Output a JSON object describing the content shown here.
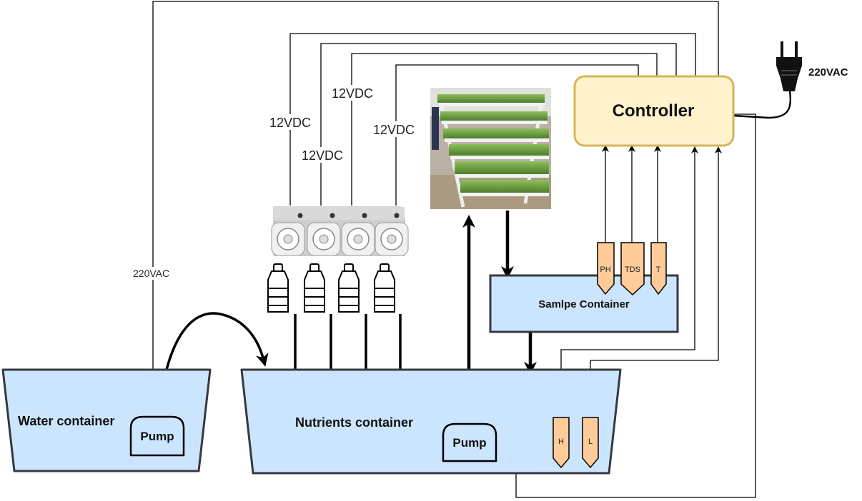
{
  "controller": {
    "label": "Controller"
  },
  "power": {
    "plug_label": "220VAC",
    "wire_label": "220VAC"
  },
  "dosing": {
    "voltage_labels": [
      "12VDC",
      "12VDC",
      "12VDC",
      "12VDC"
    ]
  },
  "sample_container": {
    "label": "Samlpe Container"
  },
  "sensors": {
    "ph": "PH",
    "tds": "TDS",
    "t": "T",
    "high": "H",
    "low": "L"
  },
  "water_container": {
    "label": "Water container",
    "pump_label": "Pump"
  },
  "nutrients_container": {
    "label": "Nutrients container",
    "pump_label": "Pump"
  },
  "icons": {
    "plug": "power-plug-icon",
    "bottle": "bottle-icon",
    "pump_head": "peristaltic-pump-icon",
    "plants": "hydroponic-tower-photo"
  },
  "colors": {
    "container_fill": "#cce5ff",
    "controller_fill": "#fff2cc",
    "controller_stroke": "#d6b656",
    "sensor_fill": "#ffcc99"
  }
}
